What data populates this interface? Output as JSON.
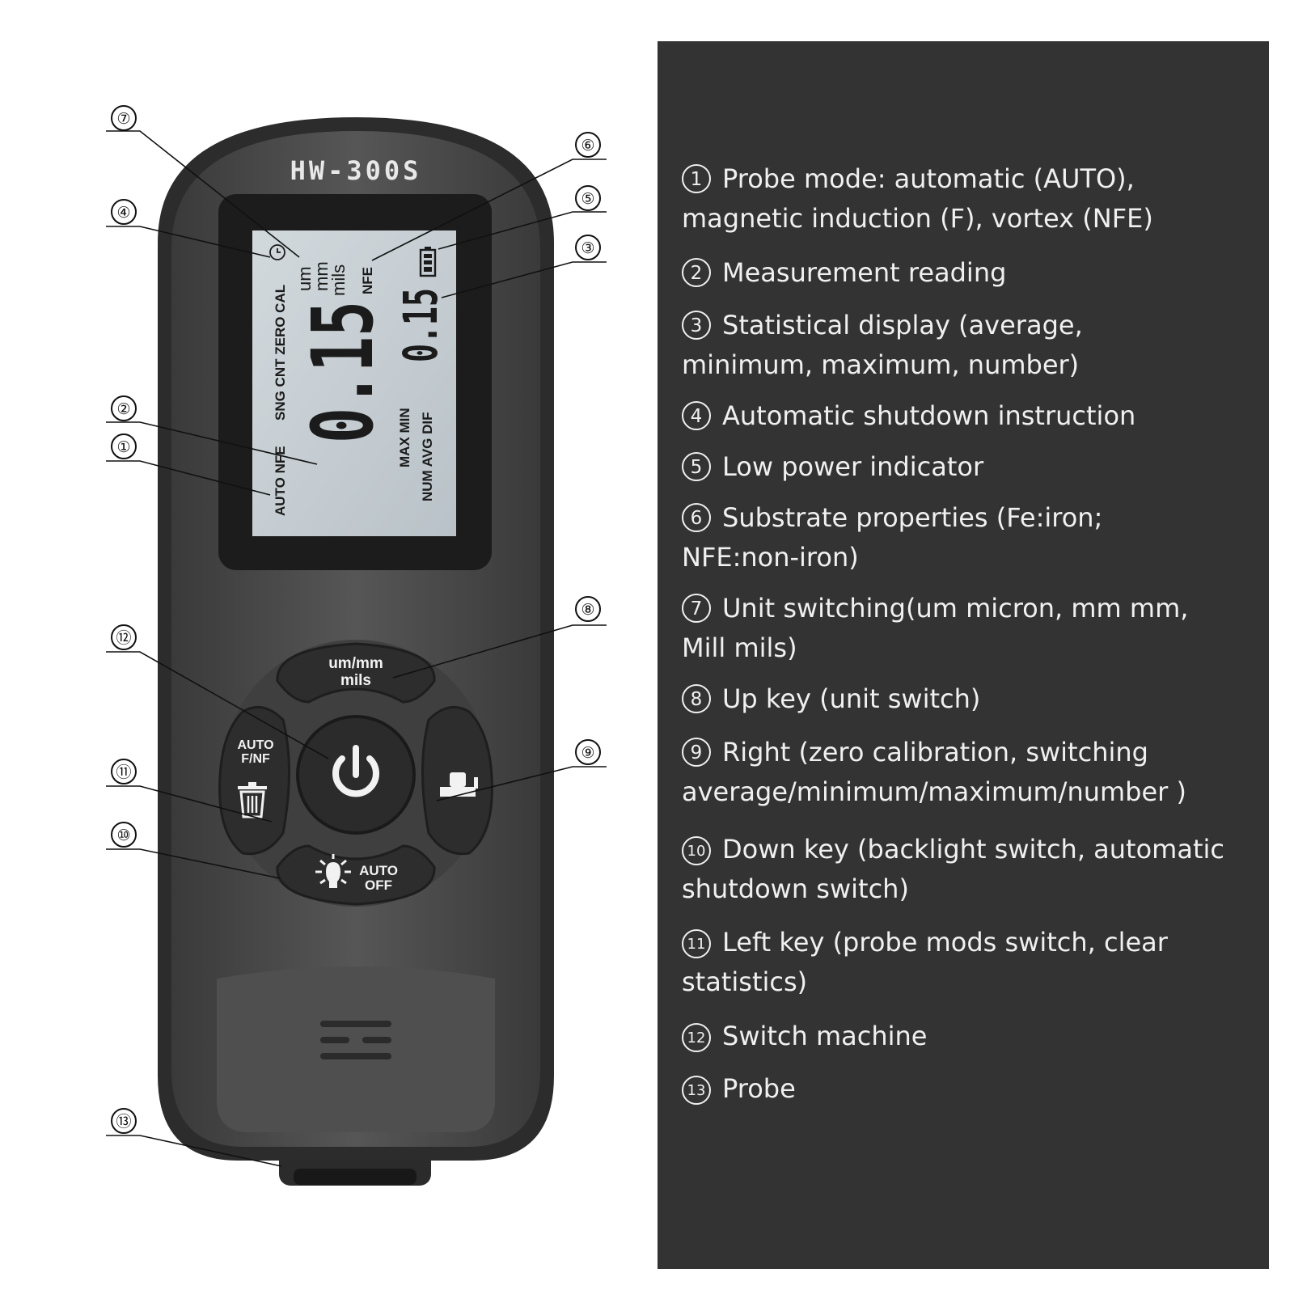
{
  "device": {
    "model": "HW-300S",
    "lcd": {
      "probe_labels": "AUTO NFE",
      "mode_labels": "SNG CNT ZERO CAL",
      "units": [
        "um",
        "mm",
        "mils"
      ],
      "substrate": "NFE",
      "reading": "0.15",
      "stat_labels_1": "MAX MIN",
      "stat_labels_2": "NUM AVG DIF",
      "stat_reading": "0.15"
    },
    "buttons": {
      "up_line1": "um/mm",
      "up_line2": "mils",
      "left_line1": "AUTO",
      "left_line2": "F/NF",
      "down_line1": "AUTO",
      "down_line2": "OFF"
    },
    "icons": [
      "power-icon",
      "trash-icon",
      "zero-calibration-icon",
      "backlight-bulb-icon",
      "battery-icon",
      "clock-icon"
    ]
  },
  "callouts": [
    "①",
    "②",
    "③",
    "④",
    "⑤",
    "⑥",
    "⑦",
    "⑧",
    "⑨",
    "⑩",
    "⑪",
    "⑫",
    "⑬"
  ],
  "legend": [
    {
      "num": "1",
      "text": "Probe mode:  automatic (AUTO),\nmagnetic induction (F), vortex (NFE)"
    },
    {
      "num": "2",
      "text": "Measurement reading"
    },
    {
      "num": "3",
      "text": "Statistical display (average,\nminimum, maximum, number)"
    },
    {
      "num": "4",
      "text": "Automatic shutdown instruction"
    },
    {
      "num": "5",
      "text": "Low power indicator"
    },
    {
      "num": "6",
      "text": "Substrate properties (Fe:iron;\nNFE:non-iron)"
    },
    {
      "num": "7",
      "text": "Unit switching(um micron, mm mm,\nMill mils)"
    },
    {
      "num": "8",
      "text": "Up key (unit switch)"
    },
    {
      "num": "9",
      "text": "Right (zero calibration, switching\naverage/minimum/maximum/number )"
    },
    {
      "num": "10",
      "text": "Down key (backlight switch, automatic\nshutdown switch)"
    },
    {
      "num": "11",
      "text": "Left key (probe mods switch, clear\nstatistics)"
    },
    {
      "num": "12",
      "text": "Switch machine"
    },
    {
      "num": "13",
      "text": "Probe"
    }
  ],
  "colors": {
    "panel": "#333333",
    "body": "#4b4b4b",
    "bezel": "#2a2a2a",
    "lcd": "#c4ccd1",
    "segment": "#1b1b1b"
  }
}
